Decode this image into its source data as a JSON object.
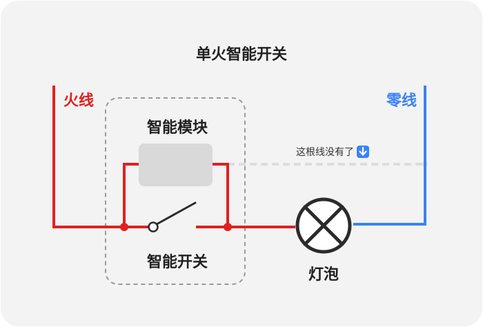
{
  "title": "单火智能开关",
  "labels": {
    "live_wire": "火线",
    "neutral_wire": "零线",
    "smart_module": "智能模块",
    "smart_switch": "智能开关",
    "bulb": "灯泡",
    "missing_wire_note": "这根线没有了"
  },
  "colors": {
    "background": "#f3f3f3",
    "live": "#e02020",
    "neutral": "#3b82f6",
    "dashed_box": "#999999",
    "missing_wire": "#dddddd",
    "module_fill": "#d9d9d9",
    "dark": "#2b2b2b"
  },
  "icons": {
    "note_icon": "down-arrow-emoji-icon"
  }
}
